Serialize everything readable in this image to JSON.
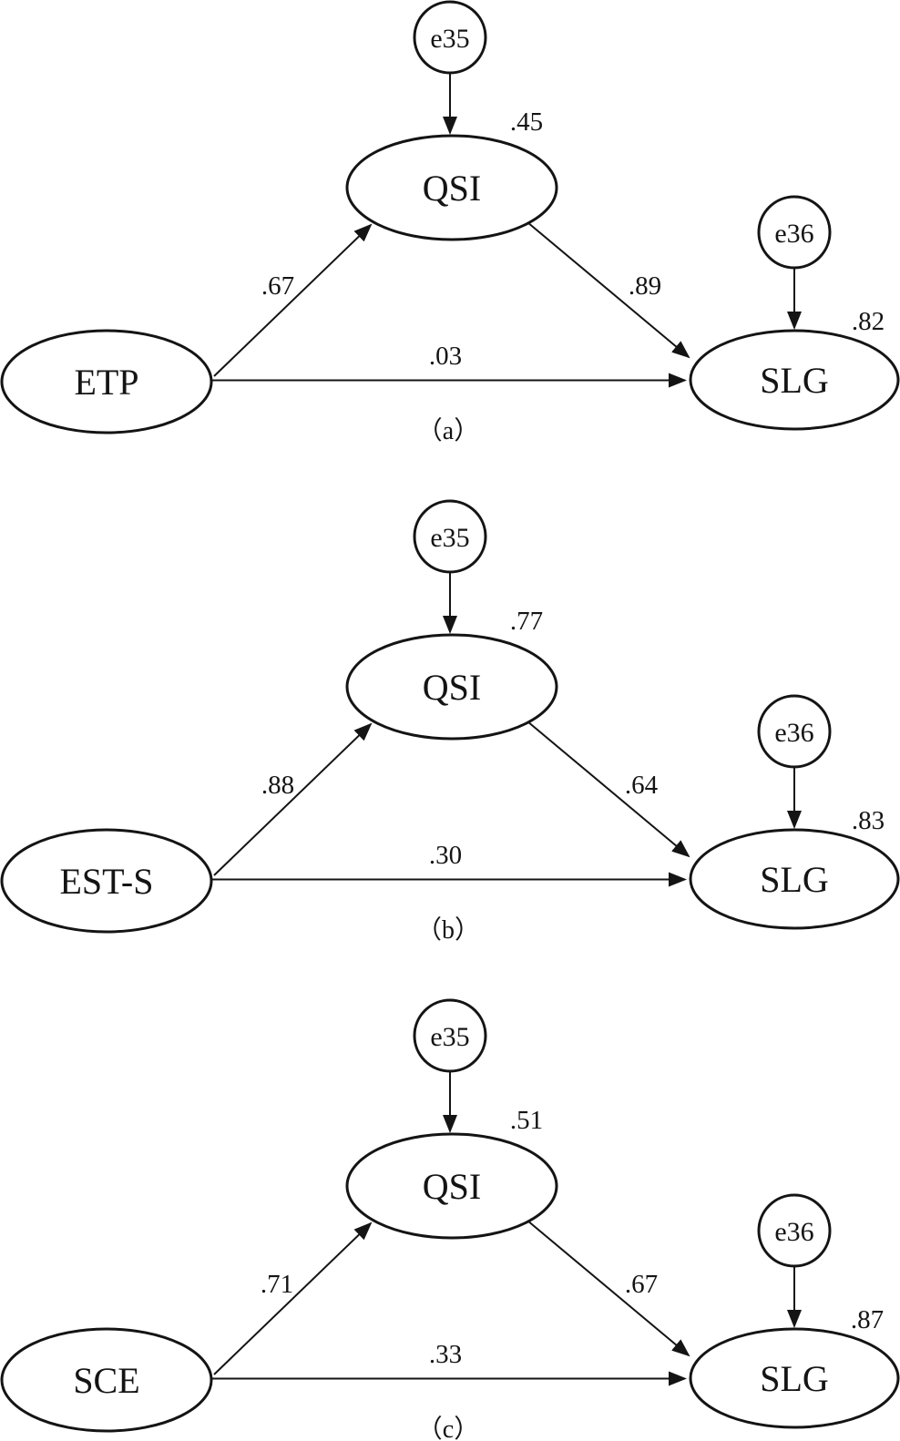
{
  "figure": {
    "kind": "mediation-path-diagram-set",
    "panel_count": 3
  },
  "colors": {
    "stroke": "#141414",
    "text": "#141414",
    "background": "#ffffff"
  },
  "diagrams": [
    {
      "caption": "（a）",
      "predictor_label": "ETP",
      "mediator_label": "QSI",
      "outcome_label": "SLG",
      "mediator_error_label": "e35",
      "outcome_error_label": "e36",
      "mediator_r2": ".45",
      "outcome_r2": ".82",
      "coef_predictor_to_mediator": ".67",
      "coef_mediator_to_outcome": ".89",
      "coef_predictor_to_outcome": ".03"
    },
    {
      "caption": "（b）",
      "predictor_label": "EST-S",
      "mediator_label": "QSI",
      "outcome_label": "SLG",
      "mediator_error_label": "e35",
      "outcome_error_label": "e36",
      "mediator_r2": ".77",
      "outcome_r2": ".83",
      "coef_predictor_to_mediator": ".88",
      "coef_mediator_to_outcome": ".64",
      "coef_predictor_to_outcome": ".30"
    },
    {
      "caption": "（c）",
      "predictor_label": "SCE",
      "mediator_label": "QSI",
      "outcome_label": "SLG",
      "mediator_error_label": "e35",
      "outcome_error_label": "e36",
      "mediator_r2": ".51",
      "outcome_r2": ".87",
      "coef_predictor_to_mediator": ".71",
      "coef_mediator_to_outcome": ".67",
      "coef_predictor_to_outcome": ".33"
    }
  ]
}
